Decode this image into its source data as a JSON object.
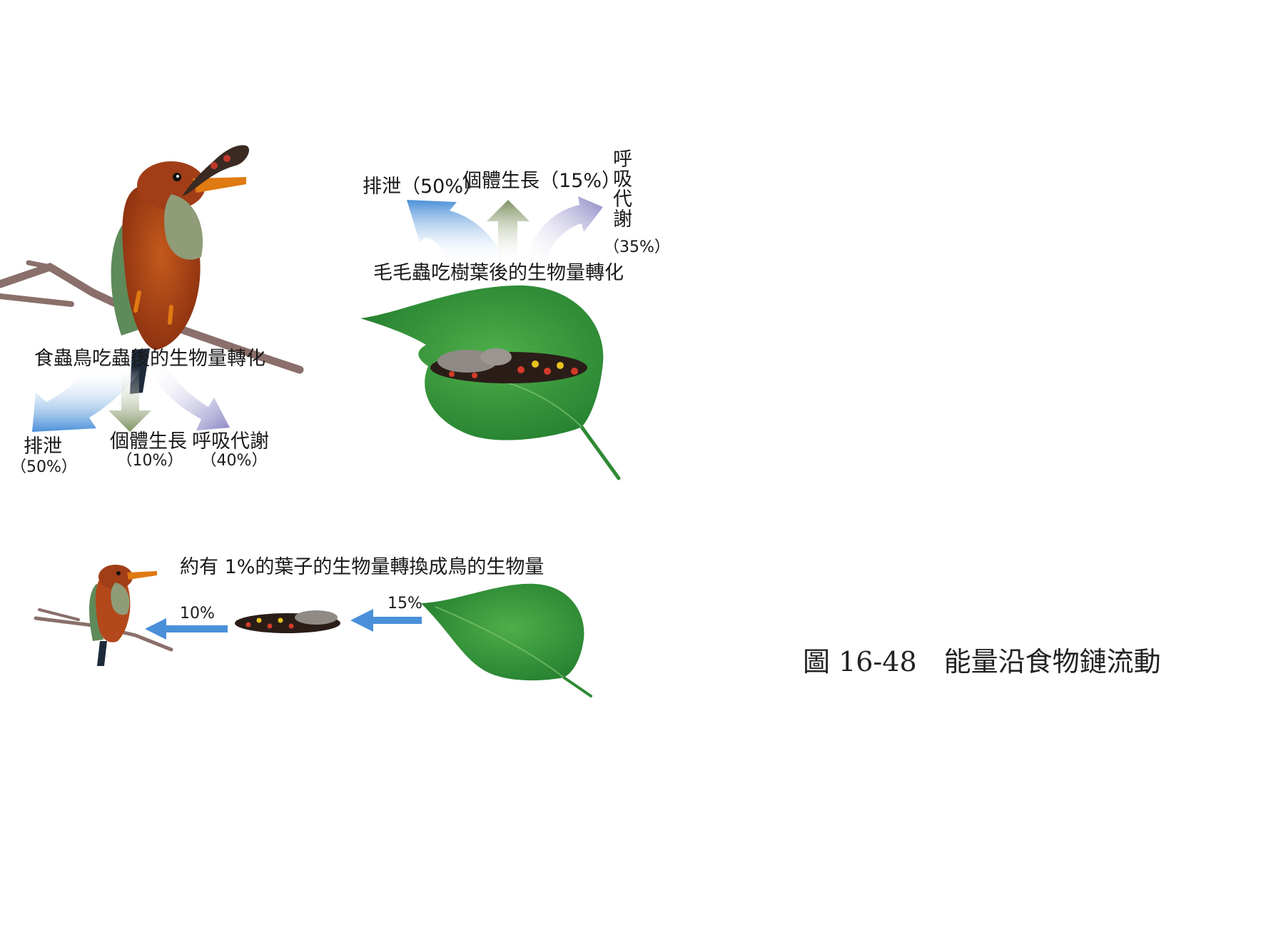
{
  "bird_section": {
    "title": "食蟲鳥吃蟲後的生物量轉化",
    "outputs": [
      {
        "label": "排泄",
        "value": "（50%）",
        "percent": 50,
        "color": "#4a90d9"
      },
      {
        "label": "個體生長",
        "value": "（10%）",
        "percent": 10,
        "color": "#7f9160"
      },
      {
        "label": "呼吸代謝",
        "value": "（40%）",
        "percent": 40,
        "color": "#8a86c4"
      }
    ]
  },
  "caterpillar_section": {
    "title": "毛毛蟲吃樹葉後的生物量轉化",
    "outputs": [
      {
        "label": "排泄（50%）",
        "percent": 50,
        "color": "#4a90d9"
      },
      {
        "label": "個體生長（15%）",
        "percent": 15,
        "color": "#7f9160"
      },
      {
        "label": "呼吸代謝",
        "value": "（35%）",
        "percent": 35,
        "color": "#8a86c4"
      }
    ]
  },
  "chain_section": {
    "summary": "約有 1%的葉子的生物量轉換成鳥的生物量",
    "leaf_to_caterpillar": "15%",
    "caterpillar_to_bird": "10%"
  },
  "caption": "圖 16-48　能量沿食物鏈流動"
}
